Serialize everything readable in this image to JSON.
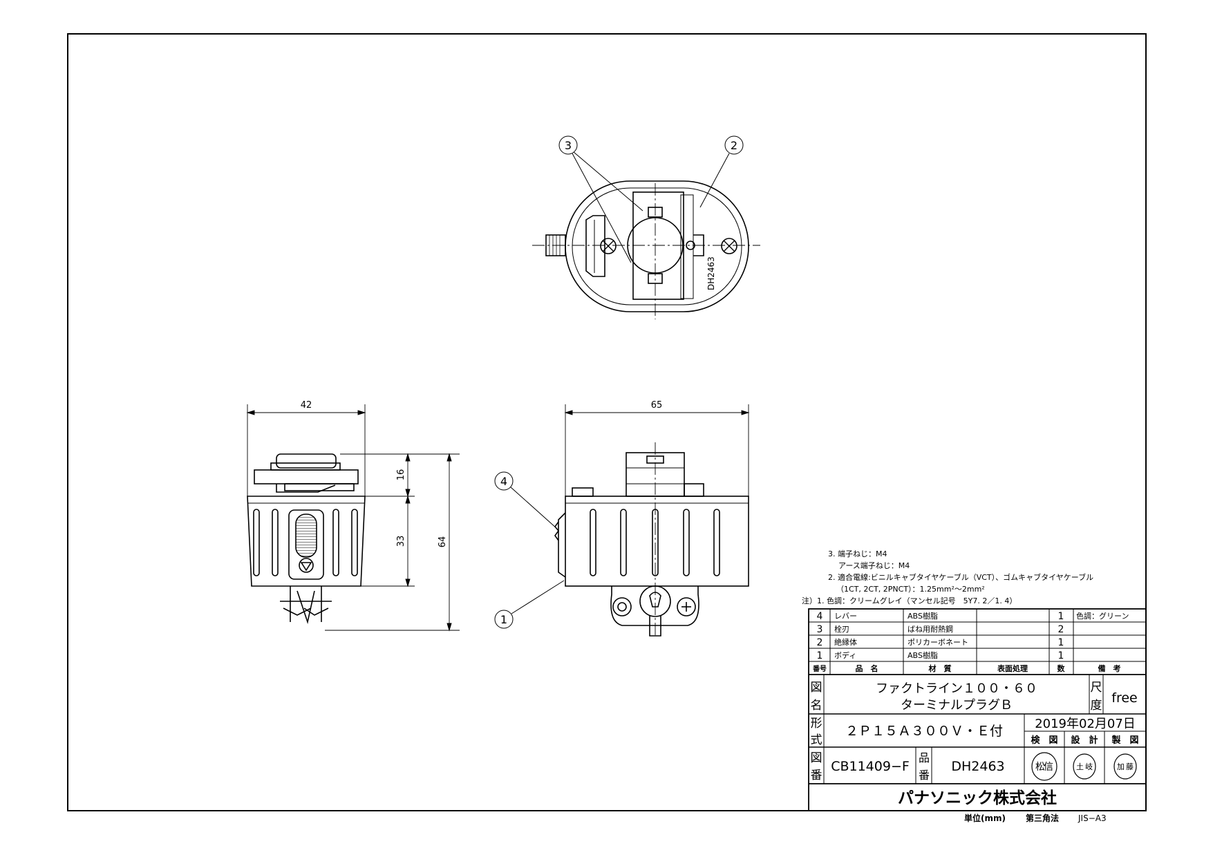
{
  "callouts": {
    "c1": "1",
    "c2": "2",
    "c3": "3",
    "c4": "4"
  },
  "dimensions": {
    "width_front": "42",
    "width_side": "65",
    "h_top": "16",
    "h_body": "33",
    "h_total": "64"
  },
  "top_view_marking": "DH2463",
  "notes": {
    "n3a": "3. 端子ねじ：M4",
    "n3b": "アース端子ねじ：M4",
    "n2a": "2. 適合電線:ビニルキャブタイヤケーブル（VCT）、ゴムキャブタイヤケーブル",
    "n2b": "（1CT, 2CT, 2PNCT）：1.25mm²～2mm²",
    "n1": "注）1. 色調：クリームグレイ（マンセル記号　5Y7. 2／1. 4）"
  },
  "parts_table": {
    "headers": {
      "no": "番号",
      "name": "品　名",
      "material": "材　質",
      "finish": "表面処理",
      "qty": "数",
      "remarks": "備　考"
    },
    "rows": [
      {
        "no": "4",
        "name": "レバー",
        "material": "ABS樹脂",
        "finish": "",
        "qty": "1",
        "remarks": "色調：グリーン"
      },
      {
        "no": "3",
        "name": "栓刃",
        "material": "ばね用耐熱鋼",
        "finish": "",
        "qty": "2",
        "remarks": ""
      },
      {
        "no": "2",
        "name": "絶縁体",
        "material": "ポリカーボネート",
        "finish": "",
        "qty": "1",
        "remarks": ""
      },
      {
        "no": "1",
        "name": "ボディ",
        "material": "ABS樹脂",
        "finish": "",
        "qty": "1",
        "remarks": ""
      }
    ]
  },
  "title_block": {
    "zumei_a": "図",
    "zumei_b": "名",
    "title_line1": "ファクトライン１００・６０",
    "title_line2": "ターミナルプラグＢ",
    "shakudo_a": "尺",
    "shakudo_b": "度",
    "scale": "free",
    "keishiki_a": "形",
    "keishiki_b": "式",
    "model": "２Ｐ１５Ａ３００Ｖ・Ｅ付",
    "date": "2019年02月07日",
    "check": "検　図",
    "design": "設　計",
    "draft": "製　図",
    "zuban_a": "図",
    "zuban_b": "番",
    "drawing_no": "CB11409−F",
    "hinban_a": "品",
    "hinban_b": "番",
    "part_no": "DH2463",
    "stamp1": "松信",
    "stamp2": "土岐",
    "stamp3": "加藤",
    "company": "パナソニック株式会社",
    "unit": "単位(mm)",
    "projection": "第三角法",
    "paper": "JIS−A3"
  }
}
